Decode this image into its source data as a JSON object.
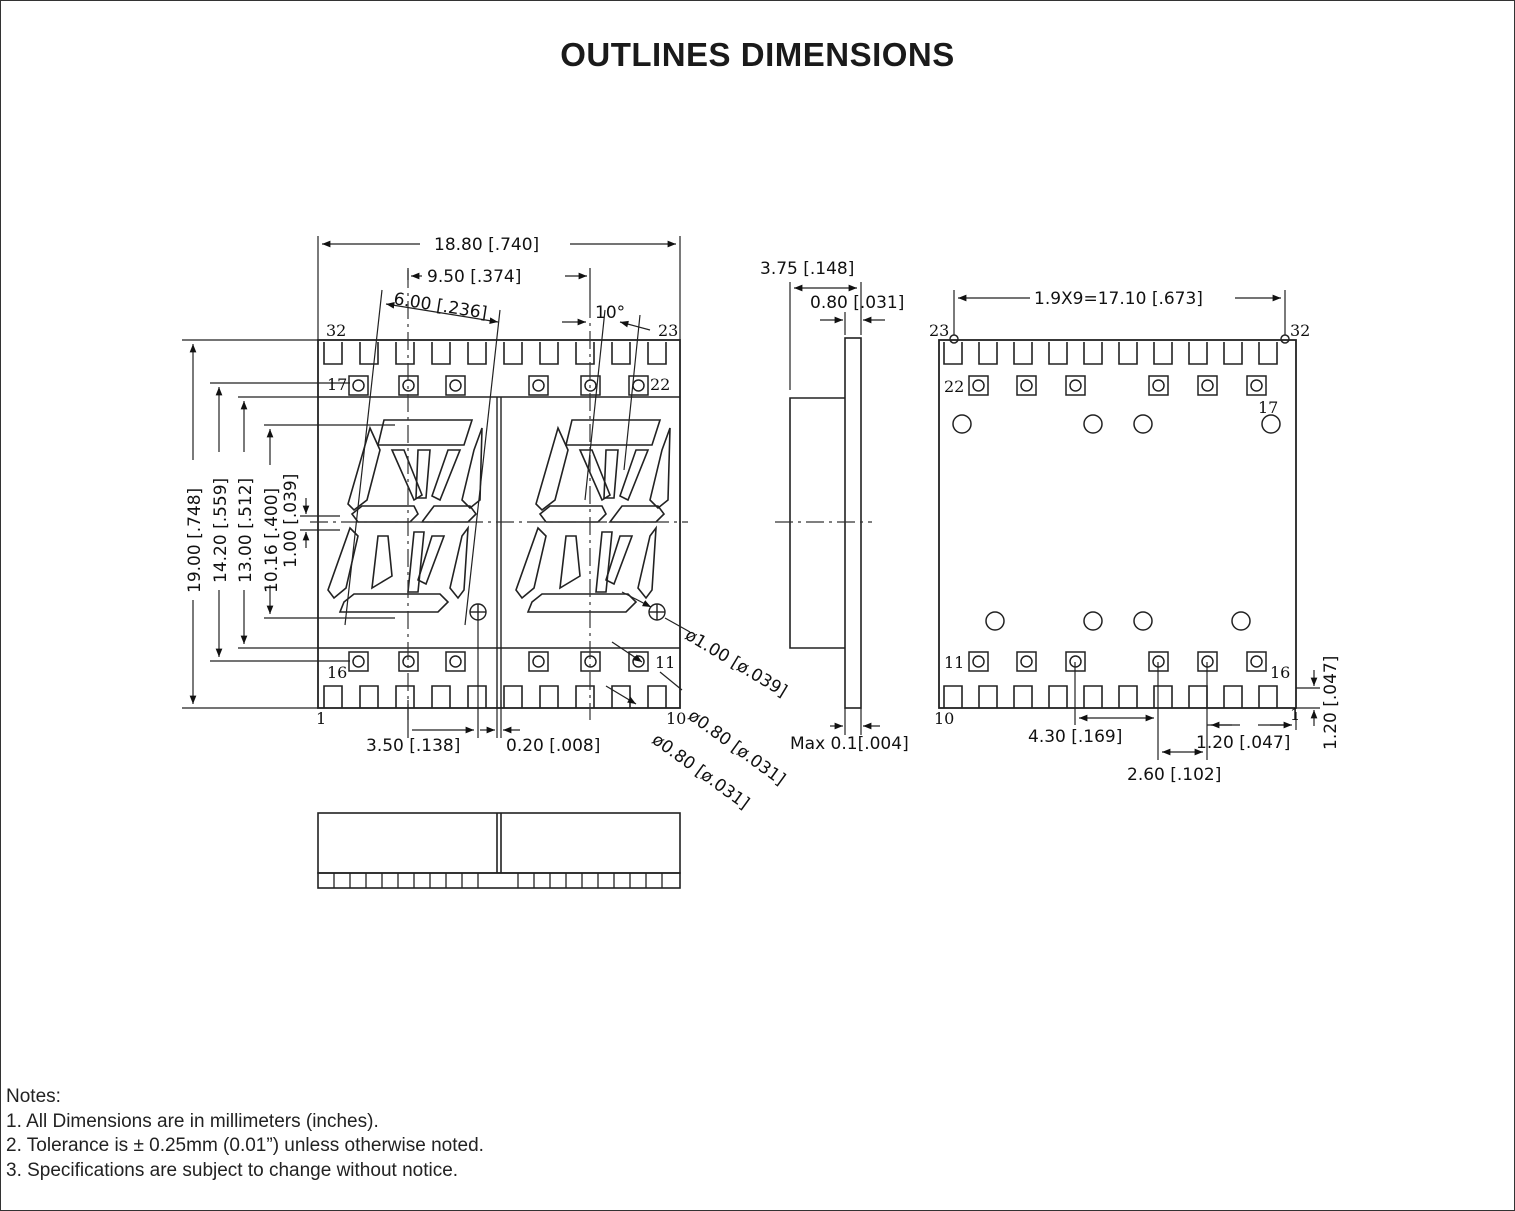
{
  "title": "OUTLINES DIMENSIONS",
  "front_view": {
    "dims": {
      "overall_width": "18.80 [.740]",
      "digit_pitch": "9.50 [.374]",
      "char_width": "6.00 [.236]",
      "slant": "10°",
      "overall_height": "19.00 [.748]",
      "pin_row_span": "14.20 [.559]",
      "window_height": "13.00 [.512]",
      "char_height": "10.16 [.400]",
      "seg_width": "1.00 [.039]",
      "dp_offset": "3.50 [.138]",
      "gap": "0.20 [.008]",
      "dp_dia": "ø1.00 [ø.039]",
      "hole_dia_1": "ø0.80 [ø.031]",
      "hole_dia_2": "ø0.80 [ø.031]"
    },
    "pins": {
      "p32": "32",
      "p17": "17",
      "p23": "23",
      "p22": "22",
      "p16": "16",
      "p11": "11",
      "p1": "1",
      "p10": "10"
    }
  },
  "side_view": {
    "dims": {
      "depth": "3.75 [.148]",
      "pcb_thickness": "0.80 [.031]",
      "max_gap": "Max 0.1[.004]"
    }
  },
  "back_view": {
    "dims": {
      "pad_span": "1.9X9=17.10 [.673]",
      "d1": "4.30 [.169]",
      "d2": "1.20 [.047]",
      "d3": "2.60 [.102]",
      "d4": "1.20 [.047]"
    },
    "pins": {
      "p23": "23",
      "p32": "32",
      "p22": "22",
      "p17": "17",
      "p11": "11",
      "p16": "16",
      "p10": "10",
      "p1": "1"
    }
  },
  "notes": {
    "heading": "Notes:",
    "items": [
      "1. All Dimensions are in millimeters (inches).",
      "2. Tolerance is ± 0.25mm (0.01”) unless otherwise noted.",
      "3. Specifications are subject to change without notice."
    ]
  }
}
